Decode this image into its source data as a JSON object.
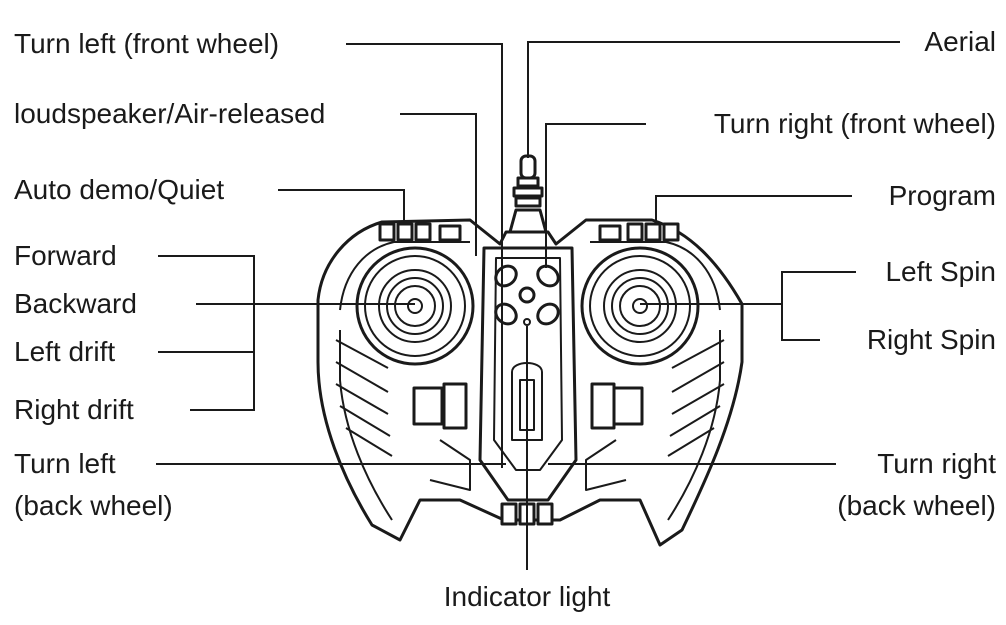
{
  "labels": {
    "turn_left_front": "Turn left (front wheel)",
    "loudspeaker": "loudspeaker/Air-released",
    "auto_demo": "Auto demo/Quiet",
    "forward": "Forward",
    "backward": "Backward",
    "left_drift": "Left drift",
    "right_drift": "Right drift",
    "turn_left_back_1": "Turn left",
    "turn_left_back_2": "(back wheel)",
    "aerial": "Aerial",
    "turn_right_front": "Turn right (front wheel)",
    "program": "Program",
    "left_spin": "Left Spin",
    "right_spin": "Right  Spin",
    "turn_right_back_1": "Turn right",
    "turn_right_back_2": "(back wheel)",
    "indicator": "Indicator light"
  }
}
